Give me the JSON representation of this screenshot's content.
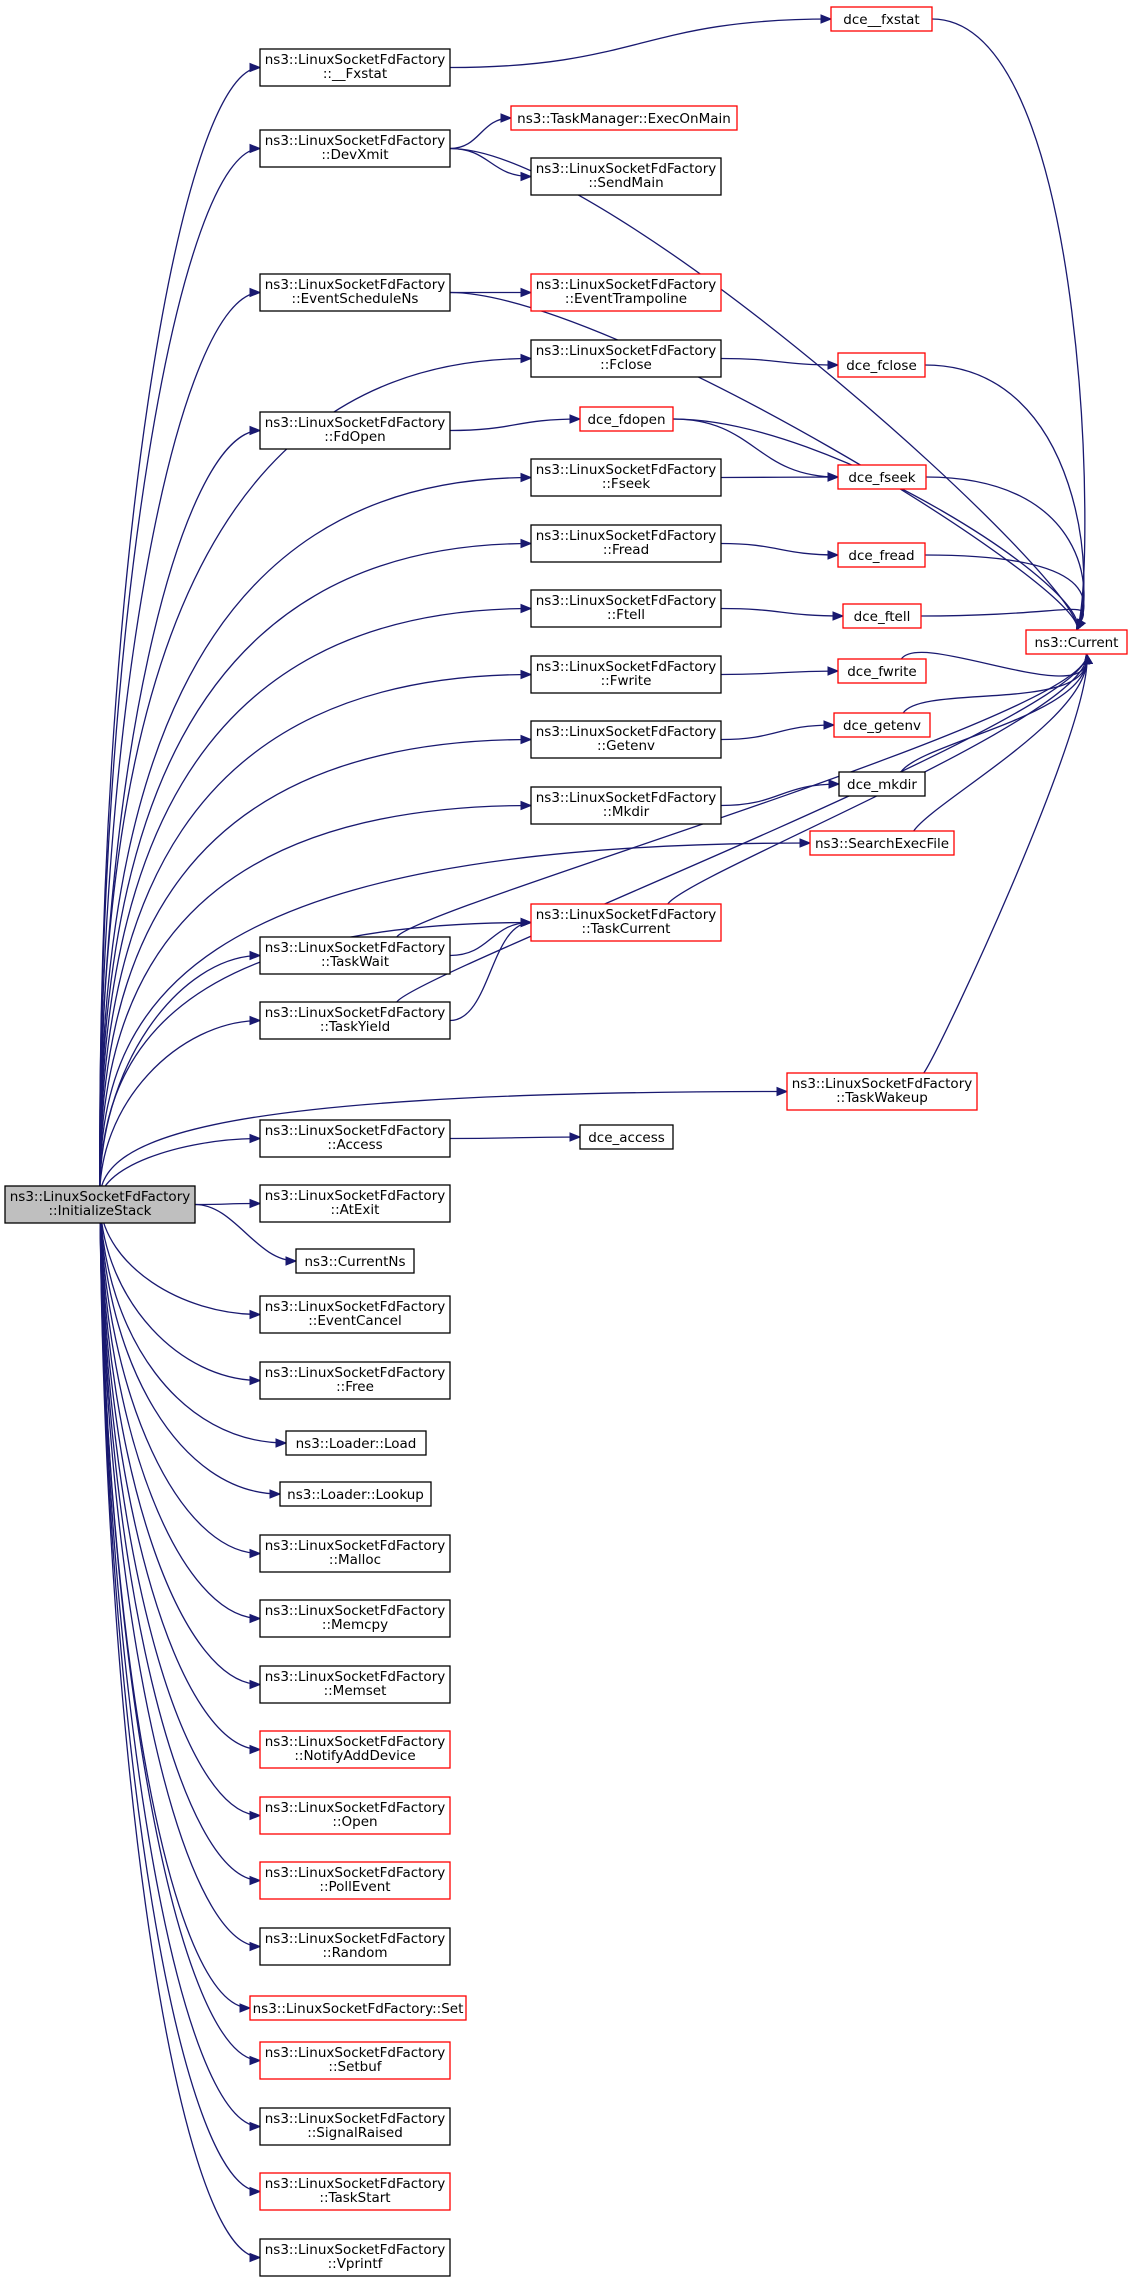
{
  "colors": {
    "edge": "#191970",
    "node_border_black": "#000000",
    "node_border_red": "#ff0000",
    "root_fill": "#bfbfbf",
    "node_fill": "#ffffff",
    "text": "#000000"
  },
  "root": {
    "id": "root",
    "lines": [
      "ns3::LinuxSocketFdFactory",
      "::InitializeStack"
    ]
  },
  "nodes": [
    {
      "id": "n_fxstat",
      "lines": [
        "ns3::LinuxSocketFdFactory",
        "::__Fxstat"
      ],
      "border": "black"
    },
    {
      "id": "n_devxmit",
      "lines": [
        "ns3::LinuxSocketFdFactory",
        "::DevXmit"
      ],
      "border": "black"
    },
    {
      "id": "n_eventschedulens",
      "lines": [
        "ns3::LinuxSocketFdFactory",
        "::EventScheduleNs"
      ],
      "border": "black"
    },
    {
      "id": "n_fdopen",
      "lines": [
        "ns3::LinuxSocketFdFactory",
        "::FdOpen"
      ],
      "border": "black"
    },
    {
      "id": "n_taskwait",
      "lines": [
        "ns3::LinuxSocketFdFactory",
        "::TaskWait"
      ],
      "border": "black"
    },
    {
      "id": "n_taskyield",
      "lines": [
        "ns3::LinuxSocketFdFactory",
        "::TaskYield"
      ],
      "border": "black"
    },
    {
      "id": "n_access",
      "lines": [
        "ns3::LinuxSocketFdFactory",
        "::Access"
      ],
      "border": "black"
    },
    {
      "id": "n_atexit",
      "lines": [
        "ns3::LinuxSocketFdFactory",
        "::AtExit"
      ],
      "border": "black"
    },
    {
      "id": "n_currentns",
      "lines": [
        "ns3::CurrentNs"
      ],
      "border": "black"
    },
    {
      "id": "n_eventcancel",
      "lines": [
        "ns3::LinuxSocketFdFactory",
        "::EventCancel"
      ],
      "border": "black"
    },
    {
      "id": "n_free",
      "lines": [
        "ns3::LinuxSocketFdFactory",
        "::Free"
      ],
      "border": "black"
    },
    {
      "id": "n_loaderload",
      "lines": [
        "ns3::Loader::Load"
      ],
      "border": "black"
    },
    {
      "id": "n_loaderlookup",
      "lines": [
        "ns3::Loader::Lookup"
      ],
      "border": "black"
    },
    {
      "id": "n_malloc",
      "lines": [
        "ns3::LinuxSocketFdFactory",
        "::Malloc"
      ],
      "border": "black"
    },
    {
      "id": "n_memcpy",
      "lines": [
        "ns3::LinuxSocketFdFactory",
        "::Memcpy"
      ],
      "border": "black"
    },
    {
      "id": "n_memset",
      "lines": [
        "ns3::LinuxSocketFdFactory",
        "::Memset"
      ],
      "border": "black"
    },
    {
      "id": "n_notifyadddevice",
      "lines": [
        "ns3::LinuxSocketFdFactory",
        "::NotifyAddDevice"
      ],
      "border": "red"
    },
    {
      "id": "n_open",
      "lines": [
        "ns3::LinuxSocketFdFactory",
        "::Open"
      ],
      "border": "red"
    },
    {
      "id": "n_pollevent",
      "lines": [
        "ns3::LinuxSocketFdFactory",
        "::PollEvent"
      ],
      "border": "red"
    },
    {
      "id": "n_random",
      "lines": [
        "ns3::LinuxSocketFdFactory",
        "::Random"
      ],
      "border": "black"
    },
    {
      "id": "n_set",
      "lines": [
        "ns3::LinuxSocketFdFactory::Set"
      ],
      "border": "red"
    },
    {
      "id": "n_setbuf",
      "lines": [
        "ns3::LinuxSocketFdFactory",
        "::Setbuf"
      ],
      "border": "red"
    },
    {
      "id": "n_signalraised",
      "lines": [
        "ns3::LinuxSocketFdFactory",
        "::SignalRaised"
      ],
      "border": "black"
    },
    {
      "id": "n_taskstart",
      "lines": [
        "ns3::LinuxSocketFdFactory",
        "::TaskStart"
      ],
      "border": "red"
    },
    {
      "id": "n_vprintf",
      "lines": [
        "ns3::LinuxSocketFdFactory",
        "::Vprintf"
      ],
      "border": "black"
    },
    {
      "id": "n_execonmain",
      "lines": [
        "ns3::TaskManager::ExecOnMain"
      ],
      "border": "red"
    },
    {
      "id": "n_sendmain",
      "lines": [
        "ns3::LinuxSocketFdFactory",
        "::SendMain"
      ],
      "border": "black"
    },
    {
      "id": "n_eventtrampoline",
      "lines": [
        "ns3::LinuxSocketFdFactory",
        "::EventTrampoline"
      ],
      "border": "red"
    },
    {
      "id": "n_fclose",
      "lines": [
        "ns3::LinuxSocketFdFactory",
        "::Fclose"
      ],
      "border": "black"
    },
    {
      "id": "n_fseek",
      "lines": [
        "ns3::LinuxSocketFdFactory",
        "::Fseek"
      ],
      "border": "black"
    },
    {
      "id": "n_fread",
      "lines": [
        "ns3::LinuxSocketFdFactory",
        "::Fread"
      ],
      "border": "black"
    },
    {
      "id": "n_ftell",
      "lines": [
        "ns3::LinuxSocketFdFactory",
        "::Ftell"
      ],
      "border": "black"
    },
    {
      "id": "n_fwrite",
      "lines": [
        "ns3::LinuxSocketFdFactory",
        "::Fwrite"
      ],
      "border": "black"
    },
    {
      "id": "n_getenv",
      "lines": [
        "ns3::LinuxSocketFdFactory",
        "::Getenv"
      ],
      "border": "black"
    },
    {
      "id": "n_mkdir",
      "lines": [
        "ns3::LinuxSocketFdFactory",
        "::Mkdir"
      ],
      "border": "black"
    },
    {
      "id": "n_taskcurrent",
      "lines": [
        "ns3::LinuxSocketFdFactory",
        "::TaskCurrent"
      ],
      "border": "red"
    },
    {
      "id": "n_dce_fdopen",
      "lines": [
        "dce_fdopen"
      ],
      "border": "red"
    },
    {
      "id": "n_dce_access",
      "lines": [
        "dce_access"
      ],
      "border": "black"
    },
    {
      "id": "n_dce_fxstat",
      "lines": [
        "dce__fxstat"
      ],
      "border": "red"
    },
    {
      "id": "n_dce_fclose",
      "lines": [
        "dce_fclose"
      ],
      "border": "red"
    },
    {
      "id": "n_dce_fseek",
      "lines": [
        "dce_fseek"
      ],
      "border": "red"
    },
    {
      "id": "n_dce_fread",
      "lines": [
        "dce_fread"
      ],
      "border": "red"
    },
    {
      "id": "n_dce_ftell",
      "lines": [
        "dce_ftell"
      ],
      "border": "red"
    },
    {
      "id": "n_dce_fwrite",
      "lines": [
        "dce_fwrite"
      ],
      "border": "red"
    },
    {
      "id": "n_dce_getenv",
      "lines": [
        "dce_getenv"
      ],
      "border": "red"
    },
    {
      "id": "n_dce_mkdir",
      "lines": [
        "dce_mkdir"
      ],
      "border": "black"
    },
    {
      "id": "n_searchexecfile",
      "lines": [
        "ns3::SearchExecFile"
      ],
      "border": "red"
    },
    {
      "id": "n_taskwakeup",
      "lines": [
        "ns3::LinuxSocketFdFactory",
        "::TaskWakeup"
      ],
      "border": "red"
    },
    {
      "id": "n_current",
      "lines": [
        "ns3::Current"
      ],
      "border": "red"
    }
  ],
  "edges": [
    [
      "root",
      "n_fxstat"
    ],
    [
      "root",
      "n_devxmit"
    ],
    [
      "root",
      "n_eventschedulens"
    ],
    [
      "root",
      "n_fclose"
    ],
    [
      "root",
      "n_fdopen"
    ],
    [
      "root",
      "n_fseek"
    ],
    [
      "root",
      "n_fread"
    ],
    [
      "root",
      "n_ftell"
    ],
    [
      "root",
      "n_fwrite"
    ],
    [
      "root",
      "n_getenv"
    ],
    [
      "root",
      "n_mkdir"
    ],
    [
      "root",
      "n_searchexecfile"
    ],
    [
      "root",
      "n_taskcurrent"
    ],
    [
      "root",
      "n_taskwait"
    ],
    [
      "root",
      "n_taskyield"
    ],
    [
      "root",
      "n_taskwakeup"
    ],
    [
      "root",
      "n_access"
    ],
    [
      "root",
      "n_atexit"
    ],
    [
      "root",
      "n_currentns"
    ],
    [
      "root",
      "n_eventcancel"
    ],
    [
      "root",
      "n_free"
    ],
    [
      "root",
      "n_loaderload"
    ],
    [
      "root",
      "n_loaderlookup"
    ],
    [
      "root",
      "n_malloc"
    ],
    [
      "root",
      "n_memcpy"
    ],
    [
      "root",
      "n_memset"
    ],
    [
      "root",
      "n_notifyadddevice"
    ],
    [
      "root",
      "n_open"
    ],
    [
      "root",
      "n_pollevent"
    ],
    [
      "root",
      "n_random"
    ],
    [
      "root",
      "n_set"
    ],
    [
      "root",
      "n_setbuf"
    ],
    [
      "root",
      "n_signalraised"
    ],
    [
      "root",
      "n_taskstart"
    ],
    [
      "root",
      "n_vprintf"
    ],
    [
      "n_fxstat",
      "n_dce_fxstat"
    ],
    [
      "n_devxmit",
      "n_execonmain"
    ],
    [
      "n_devxmit",
      "n_sendmain"
    ],
    [
      "n_devxmit",
      "n_current"
    ],
    [
      "n_eventschedulens",
      "n_eventtrampoline"
    ],
    [
      "n_eventschedulens",
      "n_current"
    ],
    [
      "n_fclose",
      "n_dce_fclose"
    ],
    [
      "n_fdopen",
      "n_dce_fdopen"
    ],
    [
      "n_fseek",
      "n_dce_fseek"
    ],
    [
      "n_fread",
      "n_dce_fread"
    ],
    [
      "n_ftell",
      "n_dce_ftell"
    ],
    [
      "n_fwrite",
      "n_dce_fwrite"
    ],
    [
      "n_getenv",
      "n_dce_getenv"
    ],
    [
      "n_mkdir",
      "n_dce_mkdir"
    ],
    [
      "n_taskwait",
      "n_taskcurrent"
    ],
    [
      "n_taskwait",
      "n_current"
    ],
    [
      "n_taskyield",
      "n_taskcurrent"
    ],
    [
      "n_taskyield",
      "n_current"
    ],
    [
      "n_access",
      "n_dce_access"
    ],
    [
      "n_dce_fxstat",
      "n_current"
    ],
    [
      "n_dce_fclose",
      "n_current"
    ],
    [
      "n_dce_fdopen",
      "n_dce_fseek"
    ],
    [
      "n_dce_fdopen",
      "n_current"
    ],
    [
      "n_dce_fseek",
      "n_current"
    ],
    [
      "n_dce_fread",
      "n_current"
    ],
    [
      "n_dce_ftell",
      "n_current"
    ],
    [
      "n_dce_fwrite",
      "n_current"
    ],
    [
      "n_dce_getenv",
      "n_current"
    ],
    [
      "n_dce_mkdir",
      "n_current"
    ],
    [
      "n_searchexecfile",
      "n_current"
    ],
    [
      "n_taskcurrent",
      "n_current"
    ],
    [
      "n_taskwakeup",
      "n_current"
    ]
  ]
}
